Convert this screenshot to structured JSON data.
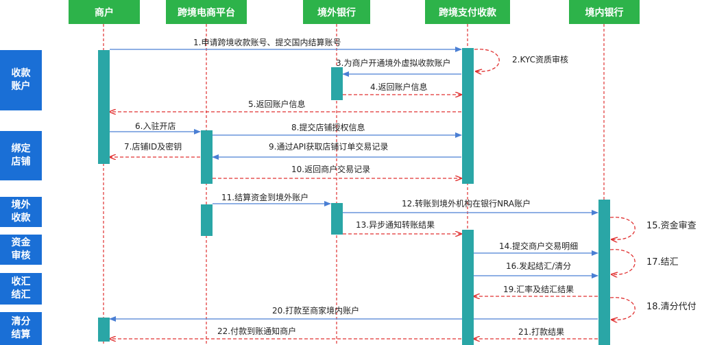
{
  "actors": [
    {
      "id": "merchant",
      "label": "商户"
    },
    {
      "id": "platform",
      "label": "跨境电商平台"
    },
    {
      "id": "overseas_bank",
      "label": "境外银行"
    },
    {
      "id": "payment",
      "label": "跨境支付收款"
    },
    {
      "id": "domestic_bank",
      "label": "境内银行"
    }
  ],
  "phases": [
    {
      "id": "receive-account",
      "label": "收款\n账户"
    },
    {
      "id": "bind-shop",
      "label": "绑定\n店铺"
    },
    {
      "id": "overseas-receive",
      "label": "境外\n收款"
    },
    {
      "id": "fund-review",
      "label": "资金\n审核"
    },
    {
      "id": "fx-settlement",
      "label": "收汇\n结汇"
    },
    {
      "id": "clearing",
      "label": "清分\n结算"
    }
  ],
  "messages": [
    {
      "label": "1.申请跨境收款账号、提交国内结算账号",
      "from": "merchant",
      "to": "payment",
      "style": "solid"
    },
    {
      "label": "2.KYC资质审核",
      "from": "payment",
      "to": "payment",
      "style": "dashed"
    },
    {
      "label": "3.为商户开通境外虚拟收款账户",
      "from": "payment",
      "to": "overseas_bank",
      "style": "solid"
    },
    {
      "label": "4.返回账户信息",
      "from": "overseas_bank",
      "to": "payment",
      "style": "dashed"
    },
    {
      "label": "5.返回账户信息",
      "from": "payment",
      "to": "merchant",
      "style": "dashed"
    },
    {
      "label": "6.入驻开店",
      "from": "merchant",
      "to": "platform",
      "style": "solid"
    },
    {
      "label": "7.店铺ID及密钥",
      "from": "platform",
      "to": "merchant",
      "style": "dashed"
    },
    {
      "label": "8.提交店铺授权信息",
      "from": "platform",
      "to": "payment",
      "style": "solid"
    },
    {
      "label": "9.通过API获取店铺订单交易记录",
      "from": "payment",
      "to": "platform",
      "style": "solid"
    },
    {
      "label": "10.返回商户交易记录",
      "from": "platform",
      "to": "payment",
      "style": "dashed"
    },
    {
      "label": "11.结算资金到境外账户",
      "from": "platform",
      "to": "overseas_bank",
      "style": "solid"
    },
    {
      "label": "12.转账到境外机构在银行NRA账户",
      "from": "overseas_bank",
      "to": "domestic_bank",
      "style": "solid"
    },
    {
      "label": "13.异步通知转账结果",
      "from": "overseas_bank",
      "to": "payment",
      "style": "dashed"
    },
    {
      "label": "14.提交商户交易明细",
      "from": "payment",
      "to": "domestic_bank",
      "style": "solid"
    },
    {
      "label": "15.资金审查",
      "from": "domestic_bank",
      "to": "domestic_bank",
      "style": "dashed"
    },
    {
      "label": "16.发起结汇/清分",
      "from": "payment",
      "to": "domestic_bank",
      "style": "solid"
    },
    {
      "label": "17.结汇",
      "from": "domestic_bank",
      "to": "domestic_bank",
      "style": "dashed"
    },
    {
      "label": "19.汇率及结汇结果",
      "from": "domestic_bank",
      "to": "payment",
      "style": "dashed"
    },
    {
      "label": "18.清分代付",
      "from": "domestic_bank",
      "to": "domestic_bank",
      "style": "dashed"
    },
    {
      "label": "20.打款至商家境内账户",
      "from": "domestic_bank",
      "to": "merchant",
      "style": "solid"
    },
    {
      "label": "21.打款结果",
      "from": "domestic_bank",
      "to": "payment",
      "style": "dashed"
    },
    {
      "label": "22.付款到账通知商户",
      "from": "payment",
      "to": "merchant",
      "style": "dashed"
    }
  ],
  "colors": {
    "actor": "#2db34a",
    "phase": "#1a6fd6",
    "activation": "#2aa6a6",
    "solid_arrow": "#4a7fd4",
    "dashed_arrow": "#e03030",
    "lifeline": "#e03030"
  }
}
